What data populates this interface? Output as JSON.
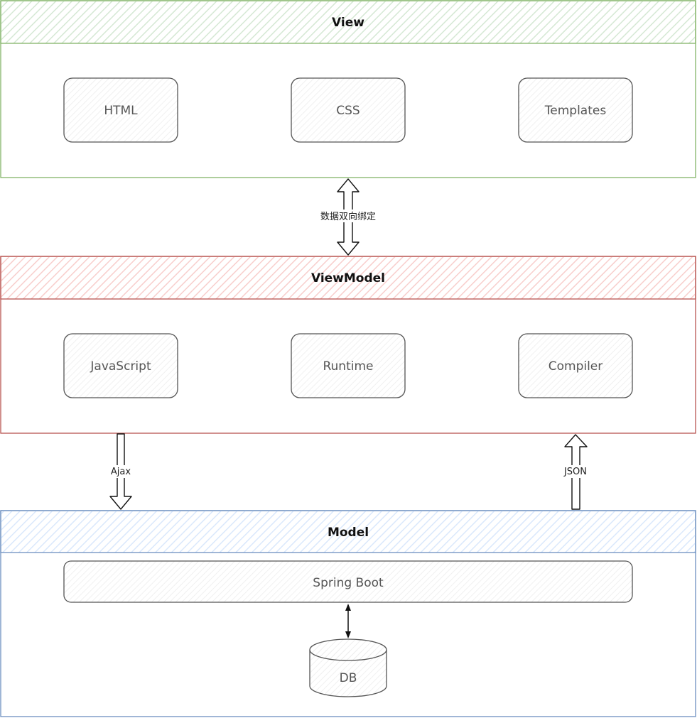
{
  "layers": [
    {
      "id": "view",
      "title": "View",
      "stroke": "#82b366",
      "fill": "#d5e8d4",
      "components": [
        "HTML",
        "CSS",
        "Templates"
      ]
    },
    {
      "id": "viewmodel",
      "title": "ViewModel",
      "stroke": "#b85450",
      "fill": "#f8cecc",
      "components": [
        "JavaScript",
        "Runtime",
        "Compiler"
      ]
    },
    {
      "id": "model",
      "title": "Model",
      "stroke": "#6c8ebf",
      "fill": "#dae8fc",
      "components": [
        "Spring Boot"
      ],
      "database": "DB"
    }
  ],
  "connections": [
    {
      "id": "binding",
      "label": "数据双向绑定",
      "from": "View",
      "to": "ViewModel",
      "direction": "both"
    },
    {
      "id": "ajax",
      "label": "Ajax",
      "from": "JavaScript",
      "to": "Model",
      "direction": "down"
    },
    {
      "id": "json",
      "label": "JSON",
      "from": "Model",
      "to": "Compiler",
      "direction": "up"
    },
    {
      "id": "springboot-db",
      "label": "",
      "from": "Spring Boot",
      "to": "DB",
      "direction": "both"
    }
  ],
  "component_colors": {
    "stroke": "#555555",
    "hatch": "#e6e6e6"
  }
}
